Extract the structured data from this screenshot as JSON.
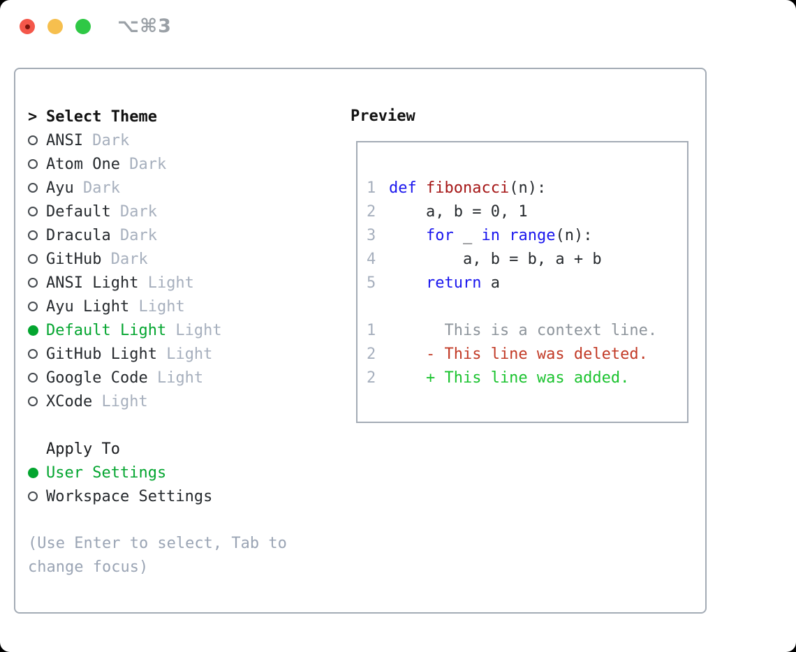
{
  "window": {
    "shortcut_label": "⌥⌘3",
    "traffic_lights": [
      "close",
      "minimize",
      "zoom"
    ]
  },
  "theme_selector": {
    "header_prefix": ">",
    "header_label": "Select Theme",
    "themes": [
      {
        "name": "ANSI",
        "variant": "Dark",
        "selected": false
      },
      {
        "name": "Atom One",
        "variant": "Dark",
        "selected": false
      },
      {
        "name": "Ayu",
        "variant": "Dark",
        "selected": false
      },
      {
        "name": "Default",
        "variant": "Dark",
        "selected": false
      },
      {
        "name": "Dracula",
        "variant": "Dark",
        "selected": false
      },
      {
        "name": "GitHub",
        "variant": "Dark",
        "selected": false
      },
      {
        "name": "ANSI Light",
        "variant": "Light",
        "selected": false
      },
      {
        "name": "Ayu Light",
        "variant": "Light",
        "selected": false
      },
      {
        "name": "Default Light",
        "variant": "Light",
        "selected": true
      },
      {
        "name": "GitHub Light",
        "variant": "Light",
        "selected": false
      },
      {
        "name": "Google Code",
        "variant": "Light",
        "selected": false
      },
      {
        "name": "XCode",
        "variant": "Light",
        "selected": false
      }
    ],
    "apply_to_label": "Apply To",
    "apply_options": [
      {
        "name": "User Settings",
        "selected": true
      },
      {
        "name": "Workspace Settings",
        "selected": false
      }
    ],
    "hint_lines": [
      "(Use Enter to select, Tab to",
      "change focus)"
    ]
  },
  "preview": {
    "label": "Preview",
    "code_lines": [
      {
        "num": "1",
        "tokens": [
          {
            "text": "def",
            "style": "keyword"
          },
          {
            "text": " "
          },
          {
            "text": "fibonacci",
            "style": "function"
          },
          {
            "text": "(n):"
          }
        ]
      },
      {
        "num": "2",
        "tokens": [
          {
            "text": "    a, b = 0, 1"
          }
        ]
      },
      {
        "num": "3",
        "tokens": [
          {
            "text": "    "
          },
          {
            "text": "for",
            "style": "keyword"
          },
          {
            "text": " _ "
          },
          {
            "text": "in",
            "style": "keyword"
          },
          {
            "text": " "
          },
          {
            "text": "range",
            "style": "keyword"
          },
          {
            "text": "(n):"
          }
        ]
      },
      {
        "num": "4",
        "tokens": [
          {
            "text": "        a, b = b, a + b"
          }
        ]
      },
      {
        "num": "5",
        "tokens": [
          {
            "text": "    "
          },
          {
            "text": "return",
            "style": "keyword"
          },
          {
            "text": " a"
          }
        ]
      }
    ],
    "diff_lines": [
      {
        "num": "1",
        "kind": "context",
        "text": "      This is a context line."
      },
      {
        "num": "2",
        "kind": "deleted",
        "text": "    - This line was deleted."
      },
      {
        "num": "2",
        "kind": "added",
        "text": "    + This line was added."
      }
    ]
  },
  "colors": {
    "keyword": "#1a16ee",
    "function_name": "#a51616",
    "context": "#8d949b",
    "deleted": "#c23a26",
    "added": "#1bc32f",
    "selection_green": "#03a52f",
    "muted_gray": "#a6afbd",
    "hint_gray": "#9aa4b4",
    "panel_border": "#a3abb5",
    "ink": "#25292d",
    "circle_stroke": "#43484d",
    "traffic_close": "#f4574a",
    "traffic_close_dot": "#7b130b",
    "traffic_minimize": "#f6bf4e",
    "traffic_zoom": "#2fc845",
    "shortcut_gray": "#9aa0a6"
  }
}
